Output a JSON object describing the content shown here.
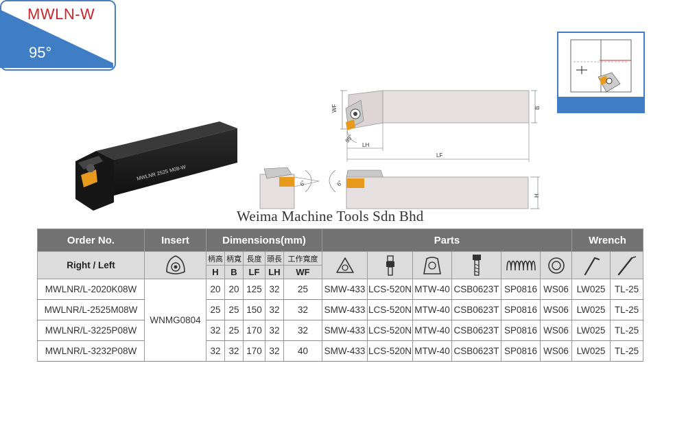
{
  "badge": {
    "code": "MWLN-W",
    "angle": "95°"
  },
  "tool_marking": "MWLNR 2525 M08-W",
  "drawing": {
    "wf": "WF",
    "b": "B",
    "lh": "LH",
    "lf": "LF",
    "h": "H",
    "angle_95": "95°",
    "angle_6a": "6°",
    "angle_6b": "6°"
  },
  "company": "Weima Machine Tools Sdn Bhd",
  "table": {
    "headers": {
      "order": "Order No.",
      "insert": "Insert",
      "dimensions": "Dimensions(mm)",
      "parts": "Parts",
      "wrench": "Wrench",
      "right_left": "Right / Left"
    },
    "dim_cn": [
      "柄高",
      "柄寬",
      "長度",
      "頭長",
      "工作寬度"
    ],
    "dim_codes": [
      "H",
      "B",
      "LF",
      "LH",
      "WF"
    ],
    "insert_code": "WNMG0804",
    "rows": [
      {
        "order": "MWLNR/L-2020K08W",
        "H": "20",
        "B": "20",
        "LF": "125",
        "LH": "32",
        "WF": "25",
        "p1": "SMW-433",
        "p2": "LCS-520N",
        "p3": "MTW-40",
        "p4": "CSB0623T",
        "p5": "SP0816",
        "p6": "WS06",
        "w1": "LW025",
        "w2": "TL-25"
      },
      {
        "order": "MWLNR/L-2525M08W",
        "H": "25",
        "B": "25",
        "LF": "150",
        "LH": "32",
        "WF": "32",
        "p1": "SMW-433",
        "p2": "LCS-520N",
        "p3": "MTW-40",
        "p4": "CSB0623T",
        "p5": "SP0816",
        "p6": "WS06",
        "w1": "LW025",
        "w2": "TL-25"
      },
      {
        "order": "MWLNR/L-3225P08W",
        "H": "32",
        "B": "25",
        "LF": "170",
        "LH": "32",
        "WF": "32",
        "p1": "SMW-433",
        "p2": "LCS-520N",
        "p3": "MTW-40",
        "p4": "CSB0623T",
        "p5": "SP0816",
        "p6": "WS06",
        "w1": "LW025",
        "w2": "TL-25"
      },
      {
        "order": "MWLNR/L-3232P08W",
        "H": "32",
        "B": "32",
        "LF": "170",
        "LH": "32",
        "WF": "40",
        "p1": "SMW-433",
        "p2": "LCS-520N",
        "p3": "MTW-40",
        "p4": "CSB0623T",
        "p5": "SP0816",
        "p6": "WS06",
        "w1": "LW025",
        "w2": "TL-25"
      }
    ]
  },
  "icons": {
    "insert": "trigon-insert-icon",
    "parts": [
      "shim-icon",
      "lever-pin-icon",
      "clamp-icon",
      "screw-icon",
      "spring-icon",
      "washer-icon"
    ],
    "wrench": [
      "hex-key-icon",
      "torx-key-icon"
    ]
  },
  "colors": {
    "badge_blue": "#3f7dc4",
    "badge_red": "#c8262c",
    "header_gray": "#727272",
    "subheader_gray": "#dcdcdc",
    "insert_orange": "#e79a1c"
  }
}
